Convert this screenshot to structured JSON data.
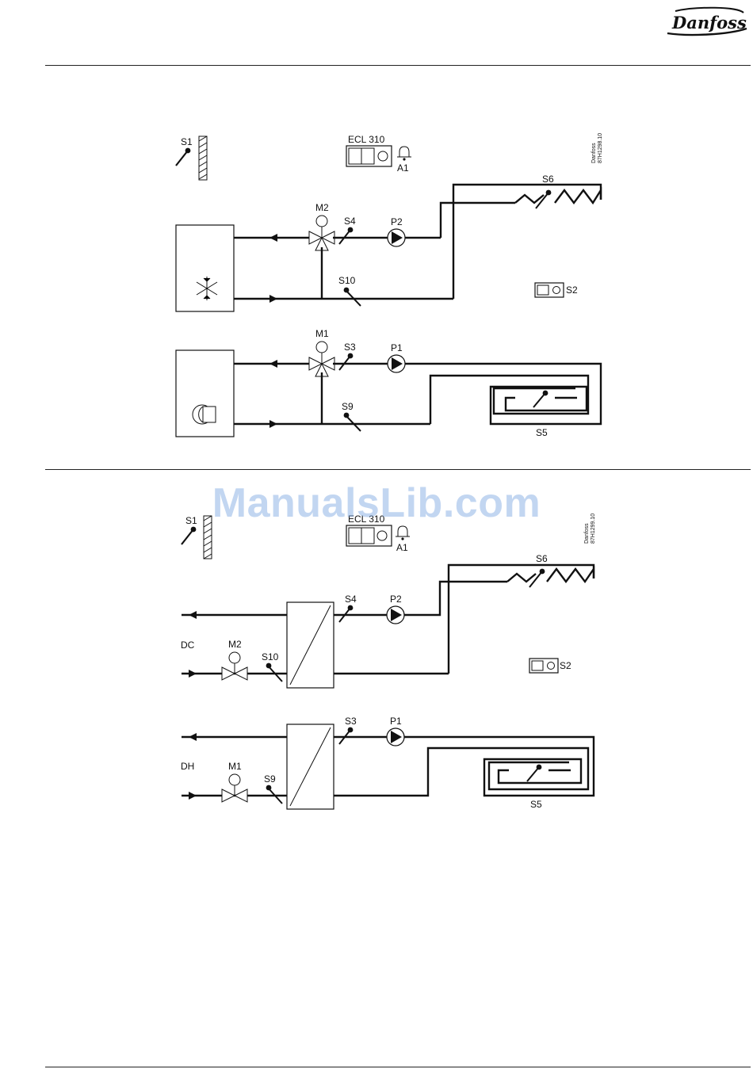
{
  "brand": {
    "logo_text": "Danfoss"
  },
  "diagram1": {
    "outdoor_sensor": "S1",
    "controller": "ECL 310",
    "alarm": "A1",
    "code_line1": "Danfoss",
    "code_line2": "87H1298.10",
    "upper": {
      "valve": "M2",
      "flow_sensor": "S4",
      "pump": "P2",
      "return_sensor": "S10",
      "zone_sensor": "S6"
    },
    "room_panel": "S2",
    "lower": {
      "valve": "M1",
      "flow_sensor": "S3",
      "pump": "P1",
      "return_sensor": "S9",
      "zone_sensor": "S5"
    }
  },
  "diagram2": {
    "outdoor_sensor": "S1",
    "controller": "ECL 310",
    "alarm": "A1",
    "code_line1": "Danfoss",
    "code_line2": "87H1299.10",
    "upper": {
      "supply_label": "DC",
      "valve": "M2",
      "flow_sensor": "S4",
      "pump": "P2",
      "return_sensor": "S10",
      "zone_sensor": "S6"
    },
    "room_panel": "S2",
    "lower": {
      "supply_label": "DH",
      "valve": "M1",
      "flow_sensor": "S3",
      "pump": "P1",
      "return_sensor": "S9",
      "zone_sensor": "S5"
    }
  },
  "watermark": "ManualsLib.com"
}
